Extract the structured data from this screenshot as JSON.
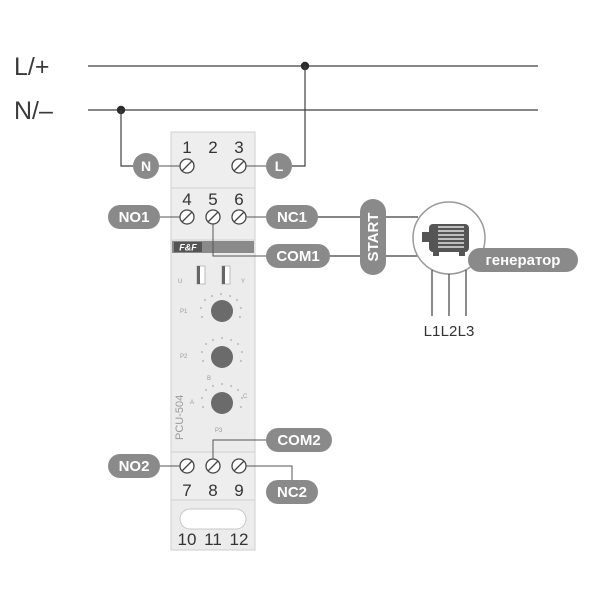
{
  "bus": {
    "line_label": "L/+",
    "neutral_label": "N/–"
  },
  "terminals": {
    "top": [
      "1",
      "2",
      "3"
    ],
    "middle": [
      "4",
      "5",
      "6"
    ],
    "bottom": [
      "7",
      "8",
      "9"
    ],
    "base": [
      "10",
      "11",
      "12"
    ]
  },
  "badges": {
    "n": "N",
    "l": "L"
  },
  "contacts": {
    "no1": "NO1",
    "nc1": "NC1",
    "com1": "COM1",
    "com2": "COM2",
    "no2": "NO2",
    "nc2": "NC2"
  },
  "start_label": "START",
  "generator": {
    "label": "генератор",
    "phases": [
      "L1",
      "L2",
      "L3"
    ]
  },
  "device": {
    "model": "PCU-504",
    "led_labels": [
      "U",
      "Y"
    ],
    "knob_labels": [
      "P1",
      "P2",
      "P3"
    ],
    "mode_labels": [
      "A",
      "B",
      "C"
    ]
  },
  "colors": {
    "pill": "#8a8a8a",
    "device_body": "#ececec",
    "knob": "#6b6b6b",
    "wire": "#3f3f3f"
  }
}
